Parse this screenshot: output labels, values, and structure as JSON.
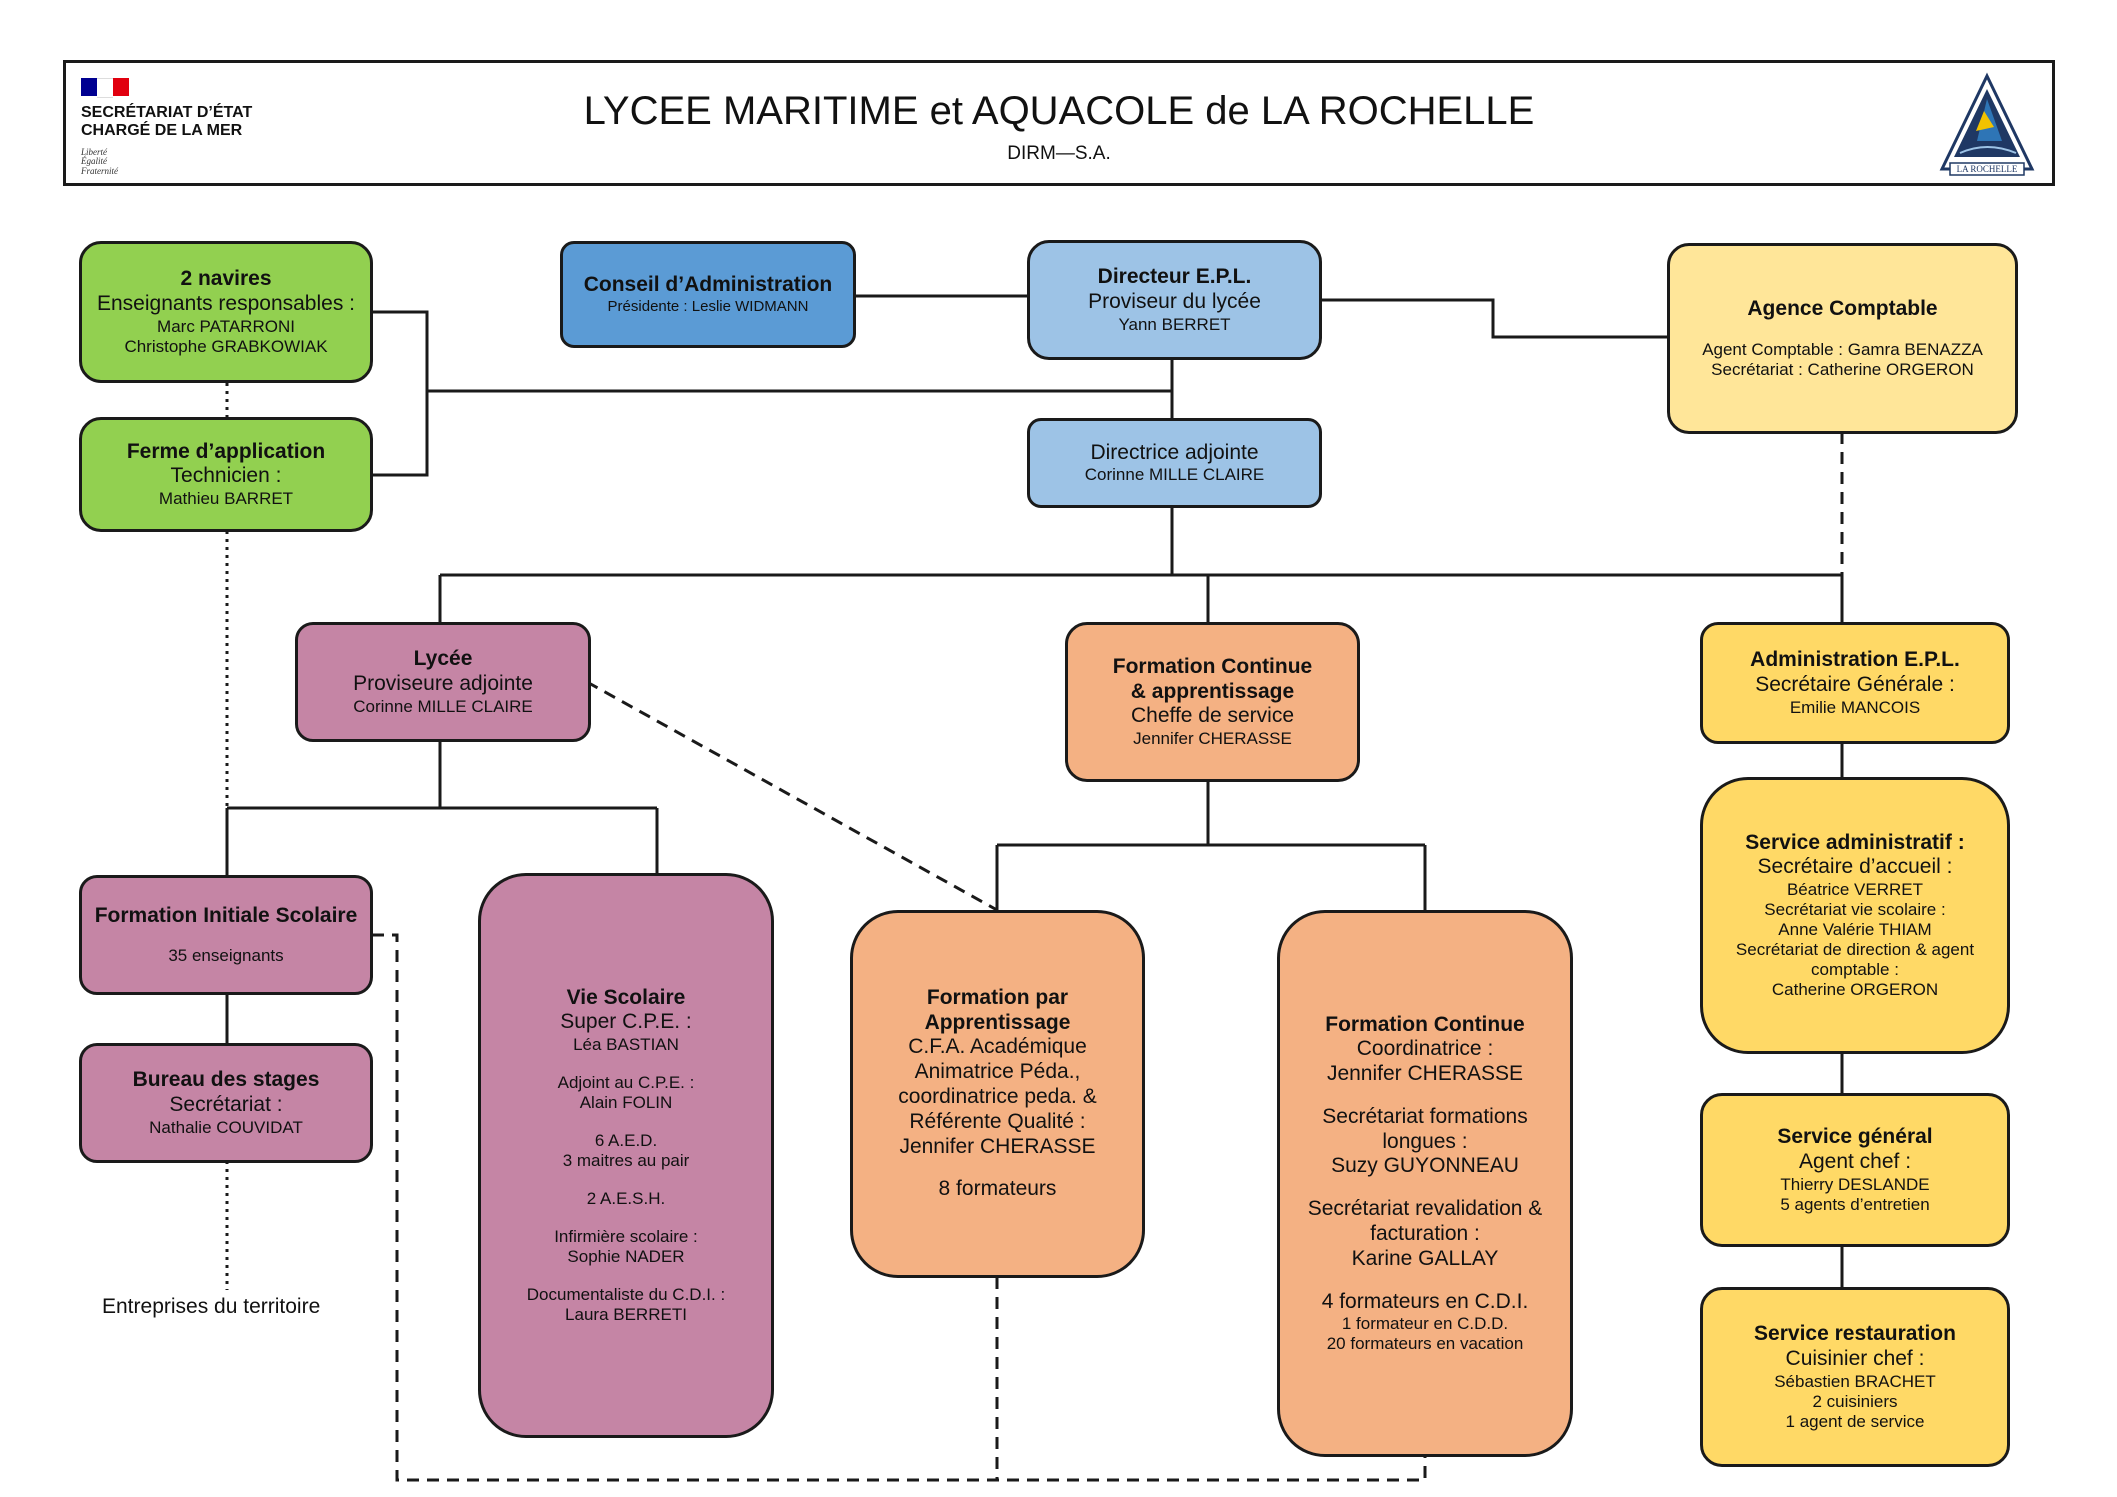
{
  "header": {
    "title": "LYCEE MARITIME et AQUACOLE de LA ROCHELLE",
    "subtitle": "DIRM—S.A.",
    "gov_name": "SECRÉTARIAT D’ÉTAT\nCHARGÉ DE LA MER",
    "gov_motto": "Liberté\nÉgalité\nFraternité",
    "school_logo_text": "LA ROCHELLE",
    "colors": {
      "flag_blue": "#000091",
      "flag_white": "#ffffff",
      "flag_red": "#e1000f",
      "emblem_navy": "#1f3864",
      "emblem_gold": "#f2c200"
    }
  },
  "colors": {
    "green": "#92d050",
    "dark_blue": "#5b9bd5",
    "light_blue": "#9dc3e6",
    "light_yellow": "#ffe699",
    "yellow": "#ffd966",
    "purple": "#c585a5",
    "orange": "#f4b183"
  },
  "boxes": {
    "navires": {
      "title": "2 navires",
      "line1": "Enseignants responsables :",
      "names": [
        "Marc PATARRONI",
        "Christophe GRABKOWIAK"
      ]
    },
    "ferme": {
      "title": "Ferme d’application",
      "line1": "Technicien :",
      "name": "Mathieu BARRET"
    },
    "conseil": {
      "title": "Conseil d’Administration",
      "name": "Présidente : Leslie WIDMANN"
    },
    "directeur": {
      "title": "Directeur E.P.L.",
      "line1": "Proviseur du lycée",
      "name": "Yann BERRET"
    },
    "agence": {
      "title": "Agence Comptable",
      "names": [
        "Agent Comptable : Gamra BENAZZA",
        "Secrétariat : Catherine ORGERON"
      ]
    },
    "adjointe": {
      "line1": "Directrice adjointe",
      "name": "Corinne MILLE CLAIRE"
    },
    "lycee": {
      "title": "Lycée",
      "line1": "Proviseure adjointe",
      "name": "Corinne MILLE CLAIRE"
    },
    "fc_app": {
      "title1": "Formation Continue",
      "title2": "& apprentissage",
      "line1": "Cheffe de service",
      "name": "Jennifer CHERASSE"
    },
    "admin_epl": {
      "title": "Administration E.P.L.",
      "line1": "Secrétaire Générale :",
      "name": "Emilie MANCOIS"
    },
    "fis": {
      "title": "Formation Initiale Scolaire",
      "name": "35 enseignants"
    },
    "bureau": {
      "title": "Bureau des stages",
      "line1": "Secrétariat :",
      "name": "Nathalie COUVIDAT"
    },
    "vie": {
      "title": "Vie Scolaire",
      "line1": "Super C.P.E. :",
      "l2": "Léa BASTIAN",
      "l3": "Adjoint au C.P.E. :",
      "l4": "Alain FOLIN",
      "l5": "6 A.E.D.",
      "l6": "3 maitres au pair",
      "l7": "2 A.E.S.H.",
      "l8": "Infirmière scolaire :",
      "l9": "Sophie NADER",
      "l10": "Documentaliste du C.D.I. :",
      "l11": "Laura BERRETI"
    },
    "fpa": {
      "title1": "Formation par",
      "title2": "Apprentissage",
      "lines": [
        "C.F.A. Académique",
        "Animatrice Péda.,",
        "coordinatrice peda. &",
        "Référente Qualité :",
        "Jennifer CHERASSE"
      ],
      "footer": "8 formateurs"
    },
    "fc": {
      "title": "Formation Continue",
      "l1": "Coordinatrice :",
      "l2": "Jennifer CHERASSE",
      "l3": "Secrétariat  formations",
      "l4": "longues :",
      "l5": "Suzy GUYONNEAU",
      "l6": "Secrétariat revalidation &",
      "l7": "facturation :",
      "l8": "Karine GALLAY",
      "l9": "4 formateurs en C.D.I.",
      "l10": "1 formateur en C.D.D.",
      "l11": "20 formateurs en  vacation"
    },
    "service_admin": {
      "title": "Service administratif :",
      "line1": "Secrétaire d’accueil :",
      "lines": [
        "Béatrice VERRET",
        "Secrétariat vie scolaire :",
        "Anne Valérie THIAM",
        "Secrétariat de direction & agent",
        "comptable :",
        "Catherine ORGERON"
      ]
    },
    "service_general": {
      "title": "Service général",
      "line1": "Agent chef :",
      "lines": [
        "Thierry DESLANDE",
        "5 agents d’entretien"
      ]
    },
    "restauration": {
      "title": "Service restauration",
      "line1": "Cuisinier chef :",
      "lines": [
        "Sébastien BRACHET",
        "2 cuisiniers",
        "1 agent de service"
      ]
    }
  },
  "entreprises": "Entreprises du territoire"
}
